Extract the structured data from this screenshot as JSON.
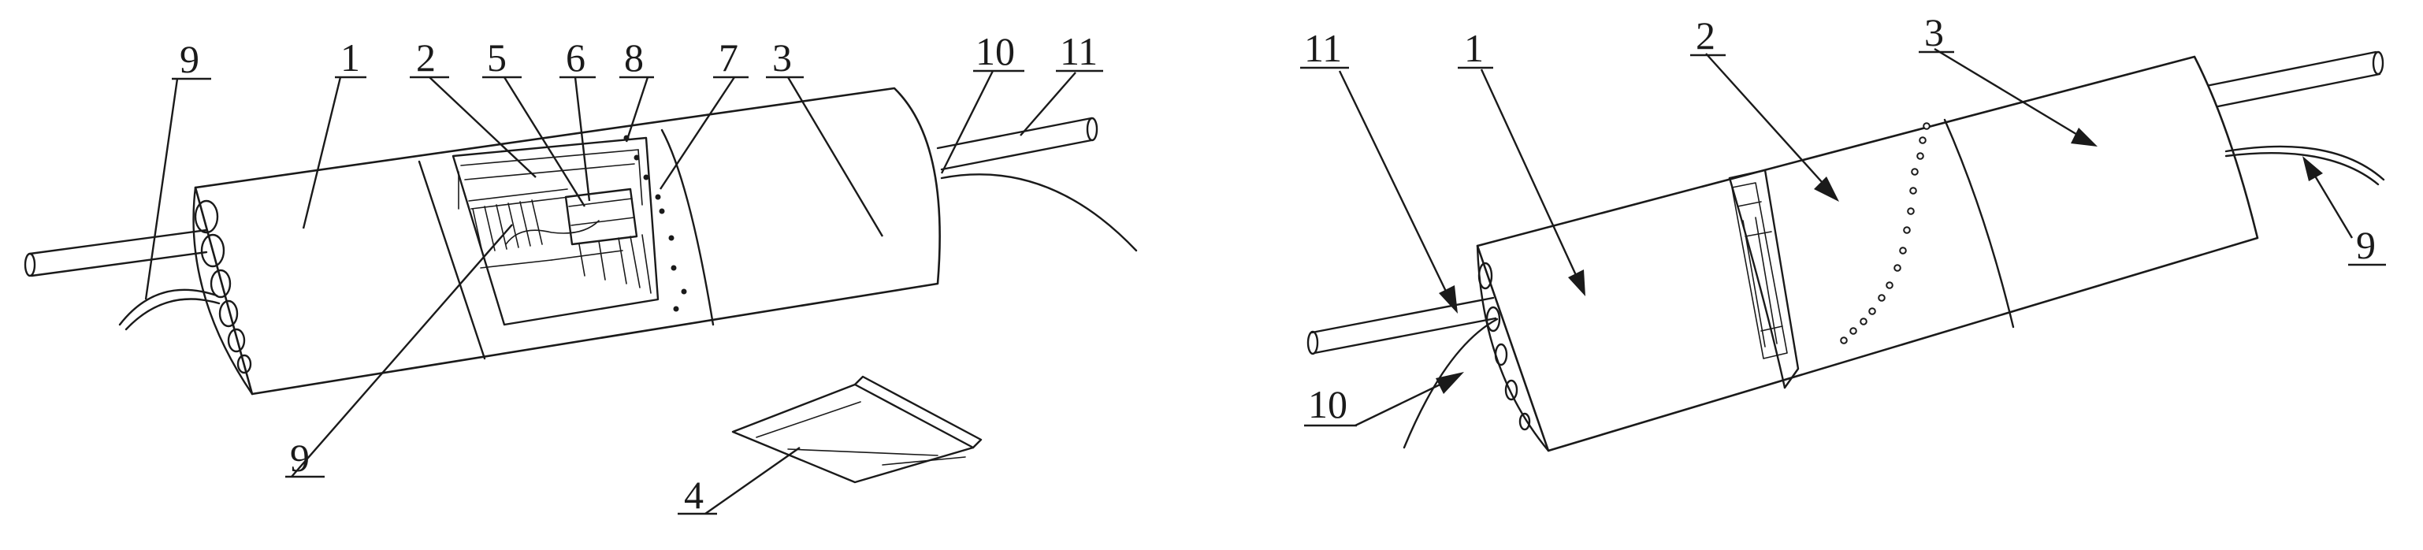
{
  "figure_left": {
    "labels": {
      "l9_top": "9",
      "l1": "1",
      "l2": "2",
      "l5": "5",
      "l6": "6",
      "l8": "8",
      "l7": "7",
      "l3": "3",
      "l10": "10",
      "l11": "11",
      "l9_bottom": "9",
      "l4": "4"
    }
  },
  "figure_right": {
    "labels": {
      "l11": "11",
      "l1": "1",
      "l2": "2",
      "l3": "3",
      "l9": "9",
      "l10": "10"
    }
  }
}
